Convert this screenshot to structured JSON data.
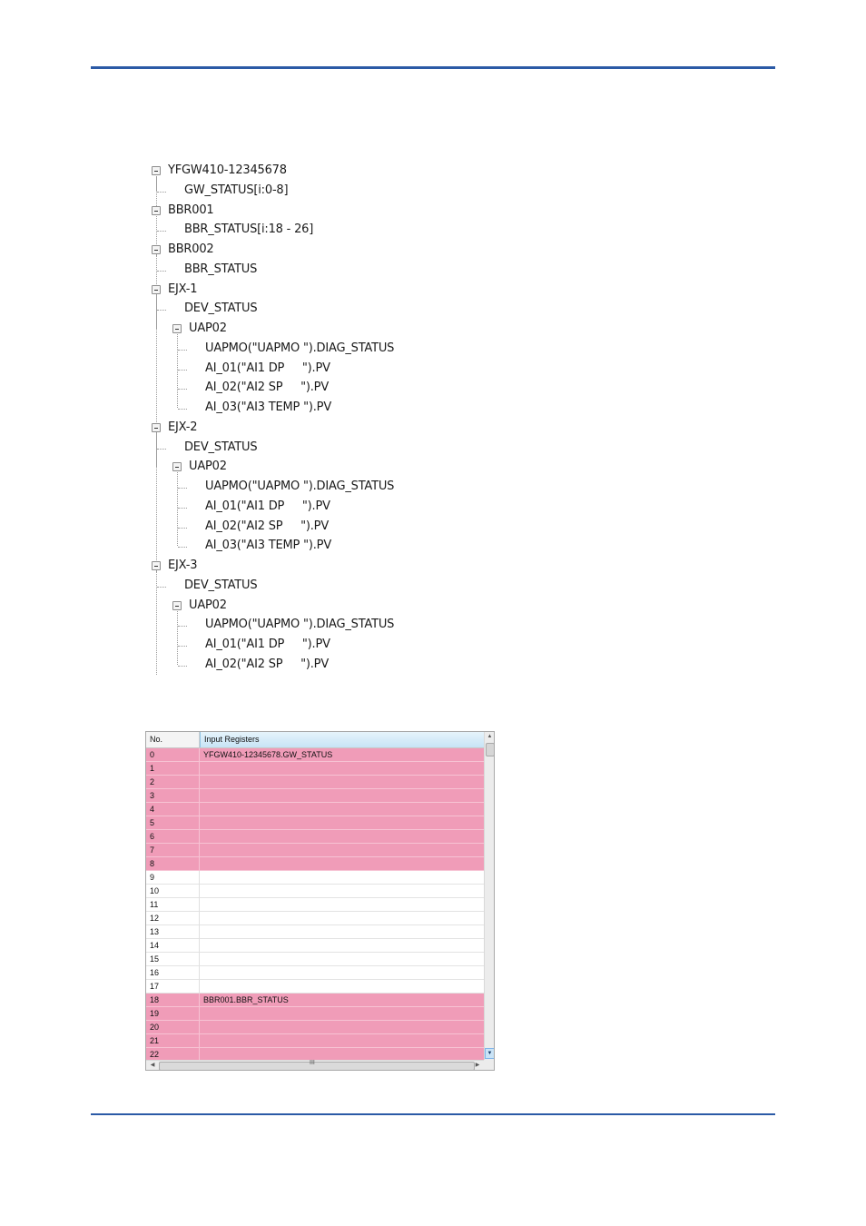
{
  "tree": {
    "nodes": [
      {
        "label": "YFGW410-12345678",
        "depth": 0,
        "expandable": true
      },
      {
        "label": "GW_STATUS[i:0-8]",
        "depth": 1,
        "expandable": false
      },
      {
        "label": "BBR001",
        "depth": 0,
        "expandable": true
      },
      {
        "label": "BBR_STATUS[i:18 - 26]",
        "depth": 1,
        "expandable": false
      },
      {
        "label": "BBR002",
        "depth": 0,
        "expandable": true
      },
      {
        "label": "BBR_STATUS",
        "depth": 1,
        "expandable": false
      },
      {
        "label": "EJX-1",
        "depth": 0,
        "expandable": true
      },
      {
        "label": "DEV_STATUS",
        "depth": 1,
        "expandable": false
      },
      {
        "label": "UAP02",
        "depth": 1,
        "expandable": true
      },
      {
        "label": "UAPMO(\"UAPMO \").DIAG_STATUS",
        "depth": 2,
        "expandable": false
      },
      {
        "label": "AI_01(\"AI1 DP     \").PV",
        "depth": 2,
        "expandable": false
      },
      {
        "label": "AI_02(\"AI2 SP     \").PV",
        "depth": 2,
        "expandable": false
      },
      {
        "label": "AI_03(\"AI3 TEMP \").PV",
        "depth": 2,
        "expandable": false
      },
      {
        "label": "EJX-2",
        "depth": 0,
        "expandable": true
      },
      {
        "label": "DEV_STATUS",
        "depth": 1,
        "expandable": false
      },
      {
        "label": "UAP02",
        "depth": 1,
        "expandable": true
      },
      {
        "label": "UAPMO(\"UAPMO \").DIAG_STATUS",
        "depth": 2,
        "expandable": false
      },
      {
        "label": "AI_01(\"AI1 DP     \").PV",
        "depth": 2,
        "expandable": false
      },
      {
        "label": "AI_02(\"AI2 SP     \").PV",
        "depth": 2,
        "expandable": false
      },
      {
        "label": "AI_03(\"AI3 TEMP \").PV",
        "depth": 2,
        "expandable": false
      },
      {
        "label": "EJX-3",
        "depth": 0,
        "expandable": true
      },
      {
        "label": "DEV_STATUS",
        "depth": 1,
        "expandable": false
      },
      {
        "label": "UAP02",
        "depth": 1,
        "expandable": true
      },
      {
        "label": "UAPMO(\"UAPMO \").DIAG_STATUS",
        "depth": 2,
        "expandable": false
      },
      {
        "label": "AI_01(\"AI1 DP     \").PV",
        "depth": 2,
        "expandable": false
      },
      {
        "label": "AI_02(\"AI2 SP     \").PV",
        "depth": 2,
        "expandable": false
      }
    ]
  },
  "grid": {
    "columns": {
      "no": "No.",
      "registers": "Input Registers"
    },
    "highlight_color": "#f09cb8",
    "rows": [
      {
        "no": "0",
        "value": "YFGW410-12345678.GW_STATUS",
        "highlighted": true
      },
      {
        "no": "1",
        "value": "",
        "highlighted": true
      },
      {
        "no": "2",
        "value": "",
        "highlighted": true
      },
      {
        "no": "3",
        "value": "",
        "highlighted": true
      },
      {
        "no": "4",
        "value": "",
        "highlighted": true
      },
      {
        "no": "5",
        "value": "",
        "highlighted": true
      },
      {
        "no": "6",
        "value": "",
        "highlighted": true
      },
      {
        "no": "7",
        "value": "",
        "highlighted": true
      },
      {
        "no": "8",
        "value": "",
        "highlighted": true
      },
      {
        "no": "9",
        "value": "",
        "highlighted": false
      },
      {
        "no": "10",
        "value": "",
        "highlighted": false
      },
      {
        "no": "11",
        "value": "",
        "highlighted": false
      },
      {
        "no": "12",
        "value": "",
        "highlighted": false
      },
      {
        "no": "13",
        "value": "",
        "highlighted": false
      },
      {
        "no": "14",
        "value": "",
        "highlighted": false
      },
      {
        "no": "15",
        "value": "",
        "highlighted": false
      },
      {
        "no": "16",
        "value": "",
        "highlighted": false
      },
      {
        "no": "17",
        "value": "",
        "highlighted": false
      },
      {
        "no": "18",
        "value": "BBR001.BBR_STATUS",
        "highlighted": true
      },
      {
        "no": "19",
        "value": "",
        "highlighted": true
      },
      {
        "no": "20",
        "value": "",
        "highlighted": true
      },
      {
        "no": "21",
        "value": "",
        "highlighted": true
      },
      {
        "no": "22",
        "value": "",
        "highlighted": true
      }
    ],
    "scrollbar": {
      "grip_glyph": "III",
      "up_glyph": "▲",
      "down_glyph": "▼",
      "left_glyph": "◀",
      "right_glyph": "▶"
    }
  }
}
